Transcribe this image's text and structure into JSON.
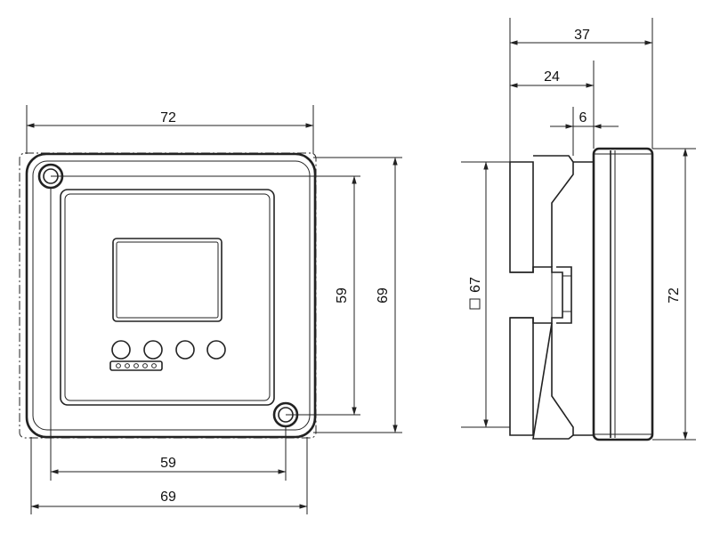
{
  "front_view": {
    "width_top": "72",
    "height_inner": "59",
    "height_outer": "69",
    "width_inner": "59",
    "width_bottom": "69"
  },
  "side_view": {
    "depth_total": "37",
    "depth_body": "24",
    "depth_step": "6",
    "square_size": "67",
    "height_total": "72"
  }
}
